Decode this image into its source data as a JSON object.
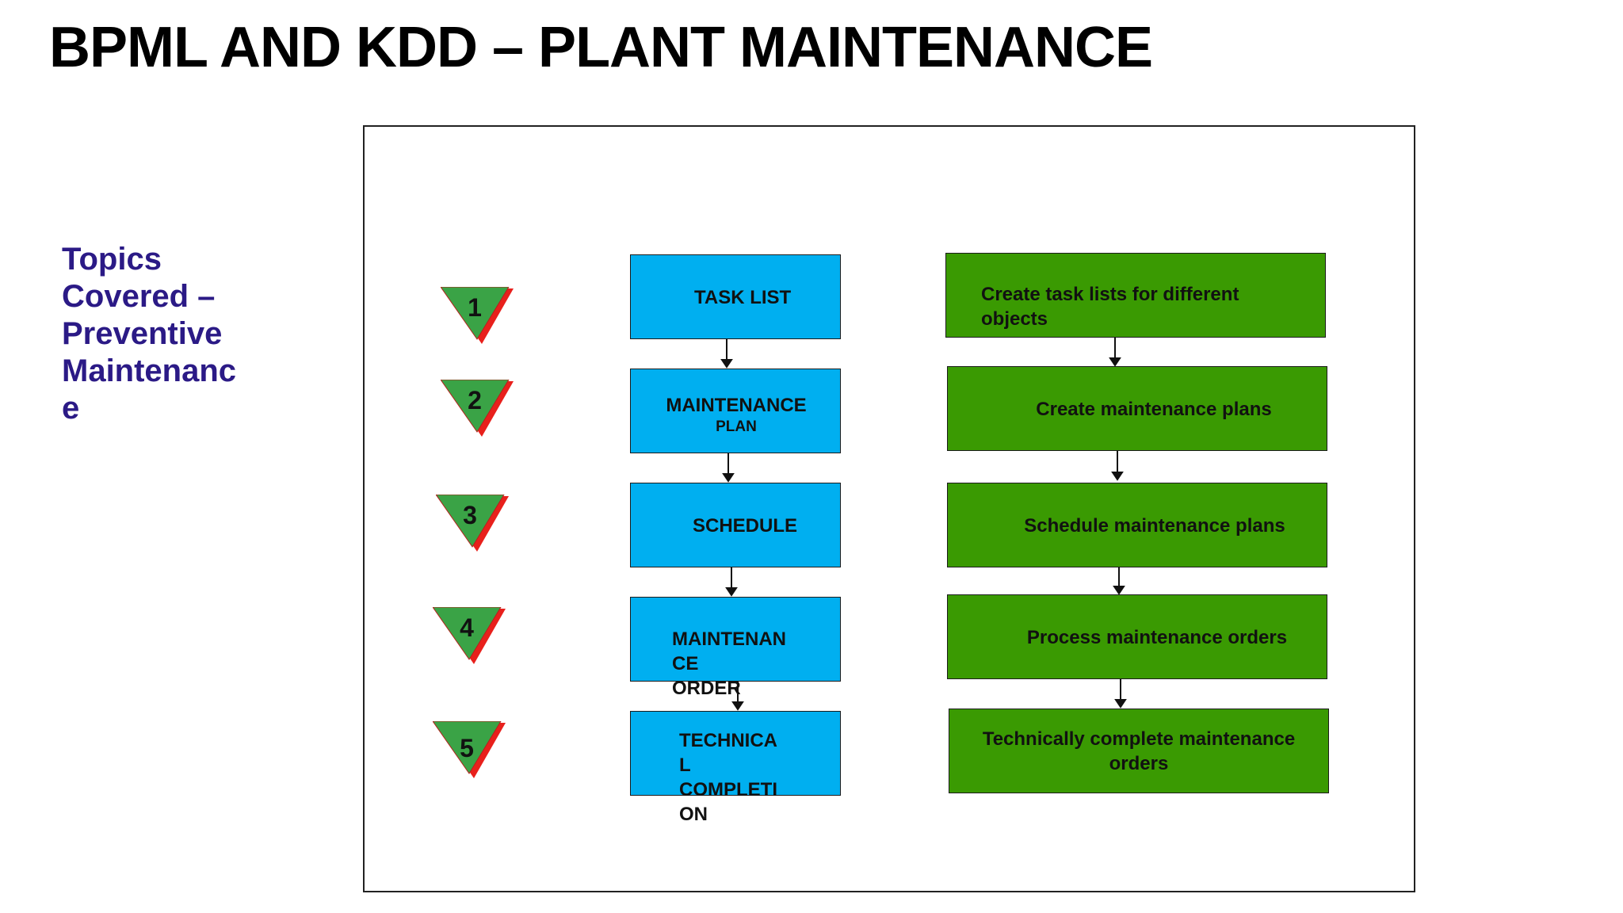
{
  "slide": {
    "title": "BPML AND KDD – PLANT MAINTENANCE",
    "topics": " Topics\nCovered –\nPreventive\nMaintenanc\ne"
  },
  "steps": [
    {
      "number": "1",
      "left_box": "TASK LIST",
      "right_box": "Create task lists for different\nobjects"
    },
    {
      "number": "2",
      "left_box_line1": "MAINTENANCE",
      "left_box_line2": "PLAN",
      "right_box": "Create maintenance plans"
    },
    {
      "number": "3",
      "left_box": "SCHEDULE",
      "right_box": "Schedule maintenance plans"
    },
    {
      "number": "4",
      "left_box": "MAINTENAN\n      CE\n      ORDER",
      "right_box": "Process maintenance orders"
    },
    {
      "number": "5",
      "left_box": "   TECHNICA\nL\nCOMPLETI\nON",
      "right_box": "Technically complete maintenance\norders"
    }
  ],
  "colors": {
    "left_box_fill": "#00aff0",
    "right_box_fill": "#3a9a02",
    "marker_fill": "#3aa346",
    "marker_shadow": "#e8201c",
    "topics_text": "#2b1a86"
  }
}
